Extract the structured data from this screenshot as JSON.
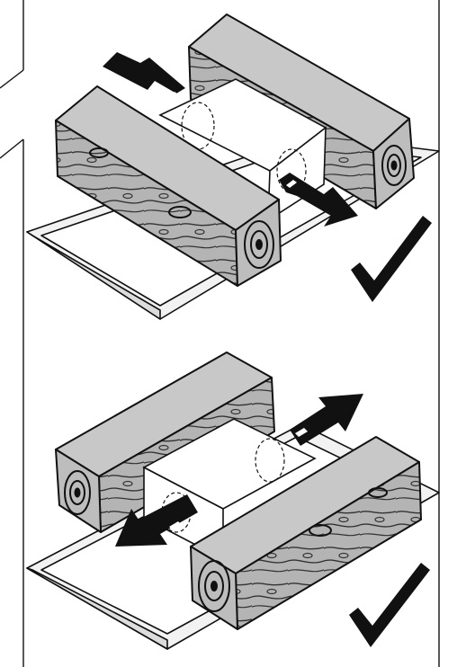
{
  "panels": [
    {
      "name": "top-panel",
      "status": "correct",
      "check_color": "#000000"
    },
    {
      "name": "bottom-panel",
      "status": "correct",
      "check_color": "#000000"
    }
  ],
  "colors": {
    "wood": "#b4b4b4",
    "wood_dark": "#8c8c8c",
    "line": "#111111",
    "paper": "#ffffff",
    "tray": "#f2f2f2"
  },
  "icons": [
    "checkmark-icon",
    "arrow-icon",
    "wood-log-icon"
  ]
}
